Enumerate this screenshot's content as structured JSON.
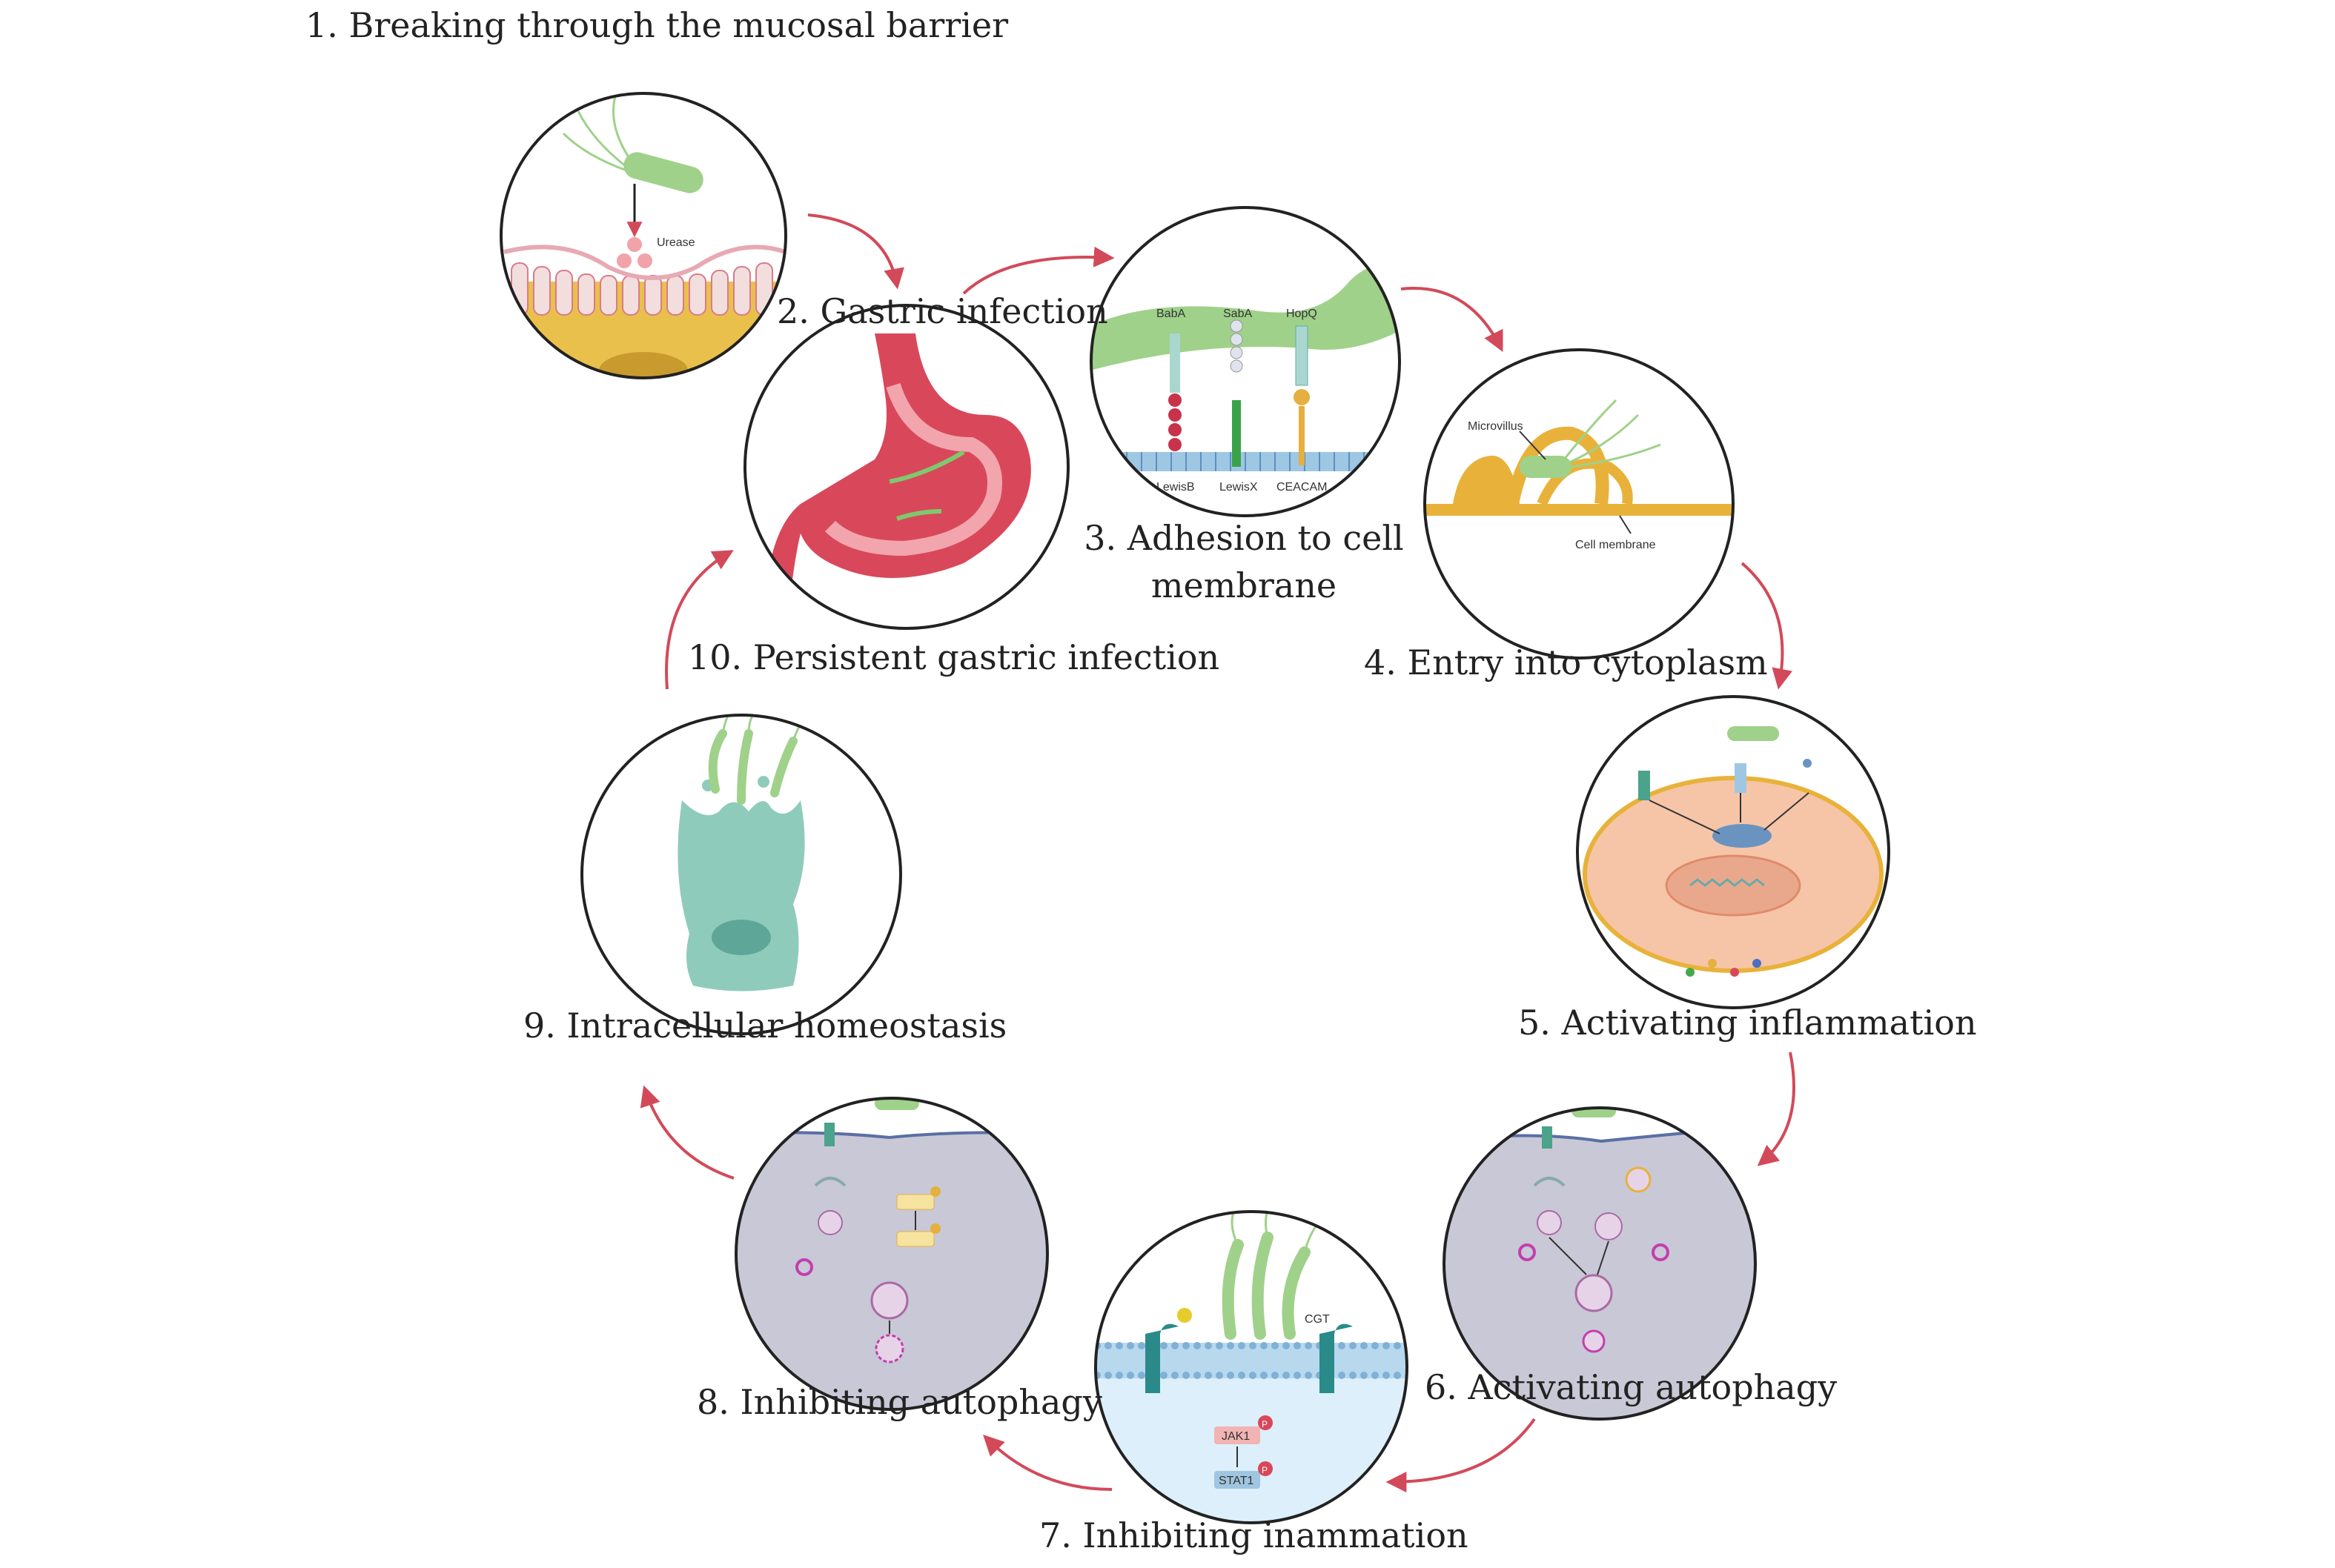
{
  "colors": {
    "arrow": "#d24a5a",
    "circle_border": "#222222",
    "bacterium": "#9fd18a",
    "stomach": "#d9485a",
    "mucosa": "#e9c24e",
    "cell_fill": "#c9c8d6",
    "membrane": "#7fb1d6",
    "cytoplasm": "#f6c5a8"
  },
  "steps": [
    {
      "number": 1,
      "label": "1. Breaking through the mucosal barrier"
    },
    {
      "number": 2,
      "label": "2. Gastric infection"
    },
    {
      "number": 3,
      "label_line1": "3. Adhesion to cell",
      "label_line2": "membrane"
    },
    {
      "number": 4,
      "label": "4. Entry into cytoplasm"
    },
    {
      "number": 5,
      "label": "5. Activating inflammation"
    },
    {
      "number": 6,
      "label": "6. Activating autophagy"
    },
    {
      "number": 7,
      "label": "7. Inhibiting inammation"
    },
    {
      "number": 8,
      "label": "8. Inhibiting autophagy"
    },
    {
      "number": 9,
      "label": "9. Intracellular homeostasis"
    },
    {
      "number": 10,
      "label": "10. Persistent gastric infection"
    }
  ],
  "inset_text": {
    "urease": "Urease",
    "baba": "BabA",
    "saba": "SabA",
    "hopq": "HopQ",
    "lewisb": "LewisB",
    "lewisx": "LewisX",
    "ceacam": "CEACAM",
    "microvillus": "Microvillus",
    "cell_membrane": "Cell membrane",
    "cgt": "CGT",
    "jak1": "JAK1",
    "stat1": "STAT1",
    "p": "P"
  }
}
